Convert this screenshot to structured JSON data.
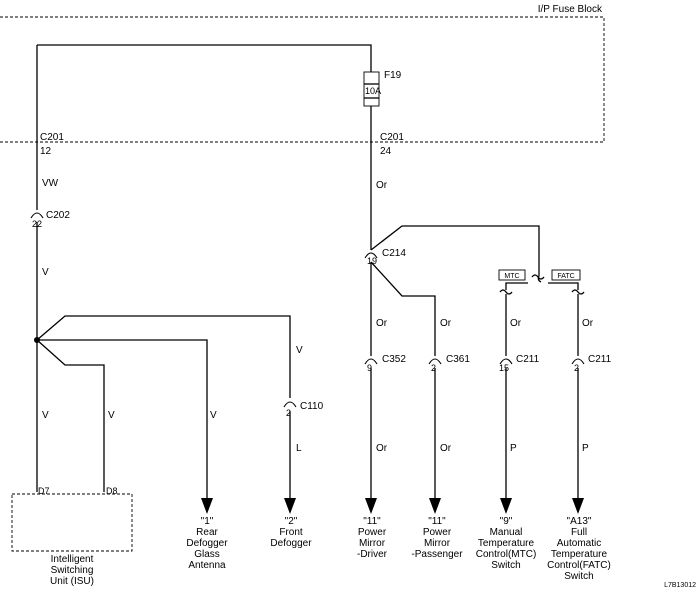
{
  "diagram": {
    "fuse_block_label": "I/P Fuse Block",
    "figure_id": "L7B13012",
    "fuse": {
      "name": "F19",
      "rating": "10A"
    },
    "connector_c201_left": {
      "name": "C201",
      "pin": "12"
    },
    "connector_c201_right": {
      "name": "C201",
      "pin": "24"
    },
    "connector_c202": {
      "name": "C202",
      "pin": "22"
    },
    "connector_c214": {
      "name": "C214",
      "pin": "19"
    },
    "connector_c110": {
      "name": "C110",
      "pin": "2"
    },
    "connector_c352": {
      "name": "C352",
      "pin": "9"
    },
    "connector_c361": {
      "name": "C361",
      "pin": "2"
    },
    "connector_c211_mtc": {
      "name": "C211",
      "pin": "15"
    },
    "connector_c211_fatc": {
      "name": "C211",
      "pin": "2"
    },
    "option_mtc": "MTC",
    "option_fatc": "FATC",
    "wire_colors": {
      "vw": "VW",
      "left_v_upper": "V",
      "isu_d7_v": "V",
      "isu_d8_v": "V",
      "rear_defogger_v": "V",
      "front_defogger_v": "V",
      "front_defogger_l": "L",
      "or_upper": "Or",
      "or_driver_1": "Or",
      "or_passenger_1": "Or",
      "or_mtc_1": "Or",
      "or_fatc_1": "Or",
      "or_driver_2": "Or",
      "or_passenger_2": "Or",
      "p_mtc": "P",
      "p_fatc": "P"
    },
    "isu": {
      "pin_d7": "D7",
      "pin_d8": "D8",
      "label_lines": [
        "Intelligent",
        "Switching",
        "Unit (ISU)"
      ]
    },
    "destinations": {
      "rear_defogger": {
        "ref": "\"1\"",
        "lines": [
          "Rear",
          "Defogger",
          "Glass",
          "Antenna"
        ]
      },
      "front_defogger": {
        "ref": "\"2\"",
        "lines": [
          "Front",
          "Defogger"
        ]
      },
      "mirror_driver": {
        "ref": "\"11\"",
        "lines": [
          "Power",
          "Mirror",
          "-Driver"
        ]
      },
      "mirror_passenger": {
        "ref": "\"11\"",
        "lines": [
          "Power",
          "Mirror",
          "-Passenger"
        ]
      },
      "mtc_switch": {
        "ref": "\"9\"",
        "lines": [
          "Manual",
          "Temperature",
          "Control(MTC)",
          "Switch"
        ]
      },
      "fatc_switch": {
        "ref": "\"A13\"",
        "lines": [
          "Full",
          "Automatic",
          "Temperature",
          "Control(FATC)",
          "Switch"
        ]
      }
    }
  }
}
